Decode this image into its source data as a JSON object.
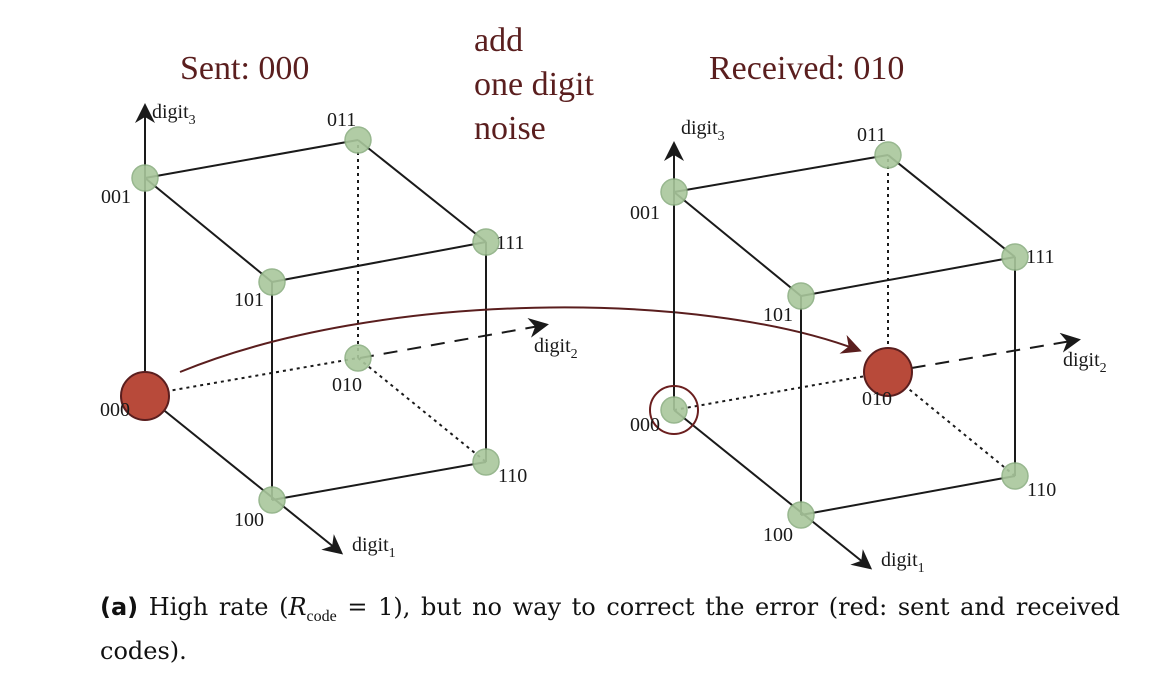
{
  "left": {
    "title": "Sent: 000",
    "vertices": {
      "v000": "000",
      "v001": "001",
      "v010": "010",
      "v011": "011",
      "v100": "100",
      "v101": "101",
      "v110": "110",
      "v111": "111"
    },
    "axes": {
      "d1_base": "digit",
      "d1_sub": "1",
      "d2_base": "digit",
      "d2_sub": "2",
      "d3_base": "digit",
      "d3_sub": "3"
    },
    "highlight": "000"
  },
  "noise_note": [
    "add",
    "one digit",
    "noise"
  ],
  "right": {
    "title": "Received: 010",
    "vertices": {
      "v000": "000",
      "v001": "001",
      "v010": "010",
      "v011": "011",
      "v100": "100",
      "v101": "101",
      "v110": "110",
      "v111": "111"
    },
    "axes": {
      "d1_base": "digit",
      "d1_sub": "1",
      "d2_base": "digit",
      "d2_sub": "2",
      "d3_base": "digit",
      "d3_sub": "3"
    },
    "highlight": "010",
    "ring": "000"
  },
  "caption": {
    "label": "(a)",
    "pre": "High rate (",
    "R": "R",
    "R_sub": "code",
    "eq": " = 1), but no way to correct the error (red: sent and received codes)."
  },
  "colors": {
    "node_green": "#a9c79c",
    "node_red": "#b84a3a",
    "accent_dark_red": "#5a1e1e"
  }
}
